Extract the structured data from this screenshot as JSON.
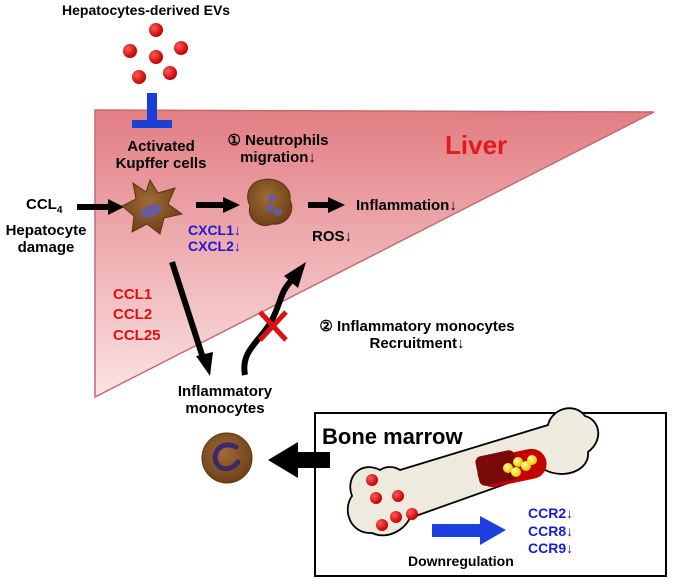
{
  "title": "Hepatocytes-derived EVs",
  "kupffer_label_line1": "Activated",
  "kupffer_label_line2": "Kupffer cells",
  "neutrophils_line1": "① Neutrophils",
  "neutrophils_line2": "migration↓",
  "liver_label": "Liver",
  "ccl4_text": "CCL",
  "ccl4_sub": "4",
  "hepatocyte_damage_line1": "Hepatocyte",
  "hepatocyte_damage_line2": "damage",
  "cxcl1": "CXCL1↓",
  "cxcl2": "CXCL2↓",
  "inflammation": "Inflammation↓",
  "ros": "ROS↓",
  "ccl_list": [
    "CCL1",
    "CCL2",
    "CCL25"
  ],
  "monocytes_recruit_line1": "② Inflammatory monocytes",
  "monocytes_recruit_line2": "Recruitment↓",
  "inflammatory_monocytes_line1": "Inflammatory",
  "inflammatory_monocytes_line2": "monocytes",
  "bone_marrow": "Bone marrow",
  "ccr_list": [
    "CCR2↓",
    "CCR8↓",
    "CCR9↓"
  ],
  "downregulation": "Downregulation",
  "colors": {
    "ev_red": "#e0161b",
    "inhibit_blue": "#1a3fd6",
    "liver_fill": "#e78f92",
    "liver_stroke": "#c05055",
    "cell_brown": "#8b5a2b",
    "bone_fill": "#eeeadd",
    "arrow_blue": "#1f3fe0"
  }
}
